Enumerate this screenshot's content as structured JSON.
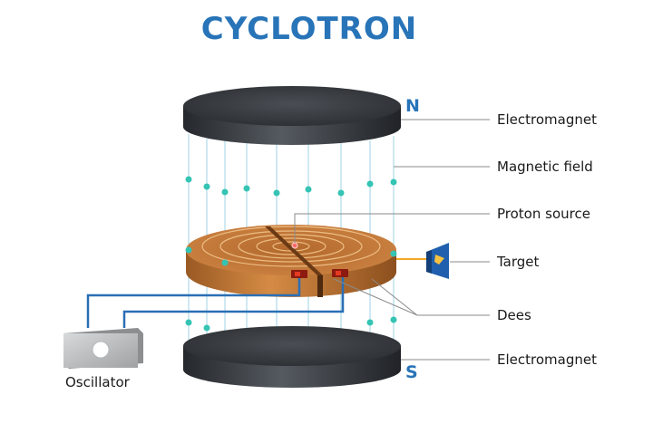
{
  "title": "CYCLOTRON",
  "poles": {
    "north": "N",
    "south": "S"
  },
  "labels": {
    "electromagnet_top": "Electromagnet",
    "magnetic_field": "Magnetic field",
    "proton_source": "Proton source",
    "target": "Target",
    "dees": "Dees",
    "electromagnet_bottom": "Electromagnet",
    "oscillator": "Oscillator"
  },
  "colors": {
    "title": "#2874b8",
    "magnet": "#3a3d42",
    "dee_copper": "#c57a36",
    "field_line": "#7fc7dc",
    "field_dot": "#35c4b4",
    "wire": "#2a6fb5",
    "target": "#1f5fad"
  }
}
